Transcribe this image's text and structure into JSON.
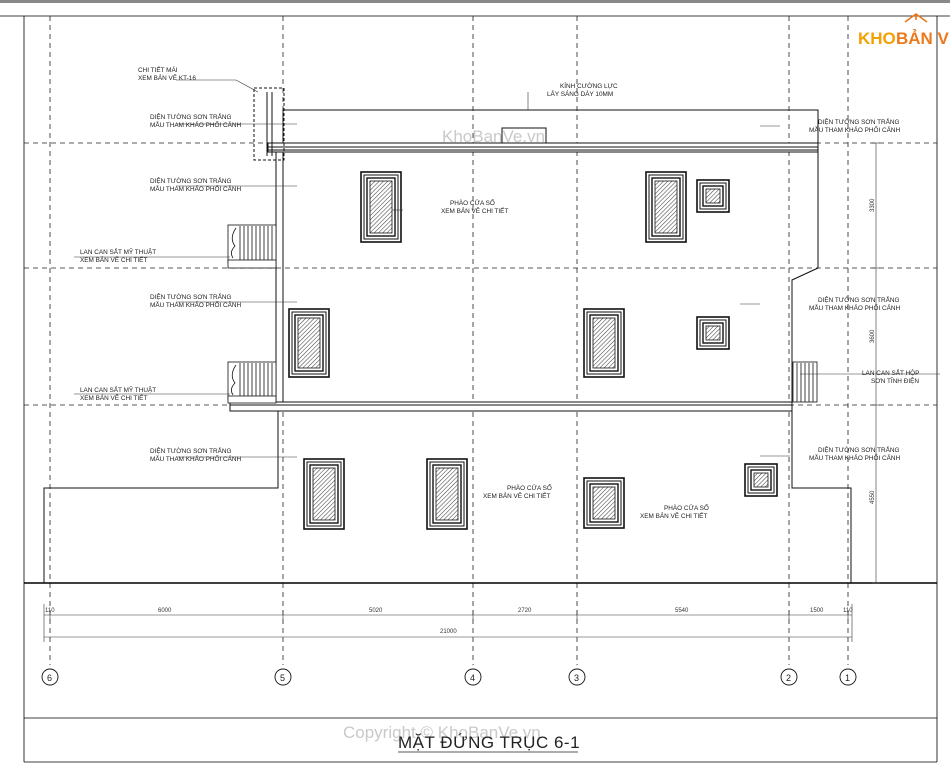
{
  "logo": {
    "part1": "KHO",
    "part2": "BẢN VẼ",
    "color1": "#f2a100",
    "color2": "#ec7a1c"
  },
  "watermarks": {
    "center": "KhoBanVe.vn",
    "bottom": "Copyright © KhoBanVe.vn"
  },
  "title": "MẶT ĐỨNG TRỤC 6-1",
  "annotations": {
    "roof_detail": [
      "CHI TIẾT MÁI",
      "XEM BẢN VẼ KT-16"
    ],
    "glass": [
      "KÍNH CƯỜNG LỰC",
      "LẤY SÁNG DÀY 10MM"
    ],
    "paint_right_top": [
      "DIỆN TƯỜNG SƠN TRẮNG",
      "MẪU THAM KHẢO PHỐI CẢNH"
    ],
    "paint_left_roof": [
      "DIỆN TƯỜNG SƠN TRẮNG",
      "MẪU THAM KHẢO PHỐI CẢNH"
    ],
    "paint_left_f3": [
      "DIỆN TƯỜNG SƠN TRẮNG",
      "MẪU THAM KHẢO PHỐI CẢNH"
    ],
    "frame_f3": [
      "PHÀO CỬA SỔ",
      "XEM BẢN VẼ CHI TIẾT"
    ],
    "rail_f3": [
      "LAN CAN SẮT MỸ THUẬT",
      "XEM BẢN VẼ CHI TIẾT"
    ],
    "paint_left_f2": [
      "DIỆN TƯỜNG SƠN TRẮNG",
      "MẪU THAM KHẢO PHỐI CẢNH"
    ],
    "paint_right_f2": [
      "DIỆN TƯỜNG SƠN TRẮNG",
      "MẪU THAM KHẢO PHỐI CẢNH"
    ],
    "rail_f2": [
      "LAN CAN SẮT MỸ THUẬT",
      "XEM BẢN VẼ CHI TIẾT"
    ],
    "rail_box": [
      "LAN CAN SẮT HỘP",
      "SƠN TĨNH ĐIỆN"
    ],
    "paint_left_f1": [
      "DIỆN TƯỜNG SƠN TRẮNG",
      "MẪU THAM KHẢO PHỐI CẢNH"
    ],
    "paint_right_f1": [
      "DIỆN TƯỜNG SƠN TRẮNG",
      "MẪU THAM KHẢO PHỐI CẢNH"
    ],
    "frame_f1a": [
      "PHÀO CỬA SỔ",
      "XEM BẢN VẼ CHI TIẾT"
    ],
    "frame_f1b": [
      "PHÀO CỬA SỔ",
      "XEM BẢN VẼ CHI TIẾT"
    ]
  },
  "dimensions": {
    "horizontal": [
      "110",
      "6000",
      "5020",
      "2720",
      "5540",
      "1500",
      "110"
    ],
    "total": "21000",
    "vertical": [
      "3300",
      "3600",
      "4550"
    ]
  },
  "axes": [
    "6",
    "5",
    "4",
    "3",
    "2",
    "1"
  ]
}
